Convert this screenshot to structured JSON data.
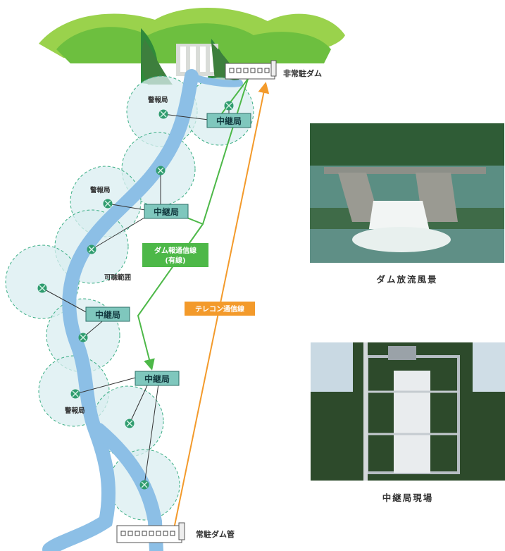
{
  "dam_remote": "非常駐ダム",
  "dam_control": "常駐ダム管",
  "relay_label": "中継局",
  "warning_label": "警報局",
  "audible_label": "可聴範囲",
  "wired_line": {
    "line1": "ダム報通信線",
    "line2": "(有線)"
  },
  "telecon_line": "テレコン通信線",
  "photos": {
    "dam": "ダム放流風景",
    "relay": "中継局現場"
  },
  "colors": {
    "river": "#8cbfe6",
    "relay_box": "#7fc7bd",
    "wired": "#4db848",
    "telecon": "#f39a2b",
    "audible_circle": "#d9eef0",
    "mountain": "#6dbf3f"
  }
}
